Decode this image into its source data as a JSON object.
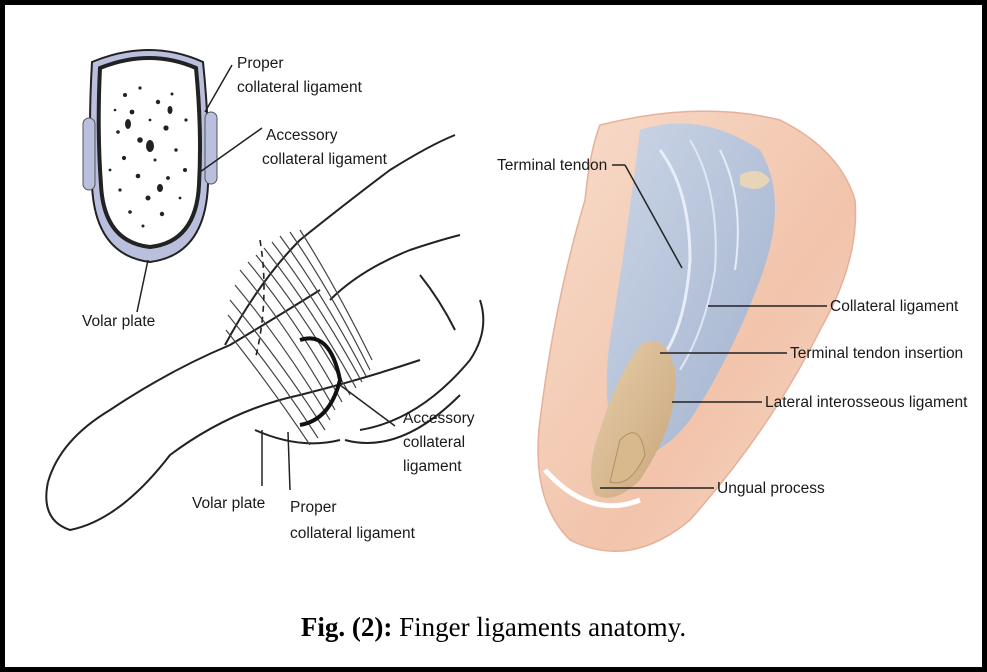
{
  "left_figure": {
    "labels": {
      "proper_top_1": "Proper",
      "proper_top_2": "collateral ligament",
      "accessory_top_1": "Accessory",
      "accessory_top_2": "collateral ligament",
      "volar_plate_top": "Volar plate",
      "accessory_bottom_1": "Accessory",
      "accessory_bottom_2": "collateral",
      "accessory_bottom_3": "ligament",
      "volar_plate_bottom": "Volar plate",
      "proper_bottom_1": "Proper",
      "proper_bottom_2": "collateral ligament"
    }
  },
  "right_figure": {
    "labels": {
      "terminal_tendon": "Terminal tendon",
      "collateral_ligament": "Collateral ligament",
      "terminal_tendon_insertion": "Terminal tendon insertion",
      "lateral_interosseous_ligament": "Lateral interosseous ligament",
      "ungual_process": "Ungual process"
    }
  },
  "caption": {
    "prefix": "Fig. (2):",
    "text": " Finger ligaments anatomy."
  },
  "colors": {
    "frame": "#000000",
    "ligament_blue": "#9fb6d6",
    "skin": "#f2c4ab",
    "bone": "#d9b98f",
    "line_art": "#222222"
  }
}
